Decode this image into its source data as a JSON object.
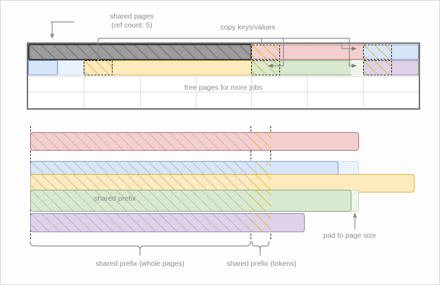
{
  "diagram": {
    "title": "Paged KV-cache prefix sharing diagram",
    "annotations": {
      "shared_pages_line1": "shared pages",
      "shared_pages_line2": "(ref count: 5)",
      "copy_kv": "copy keys/values",
      "free_pages": "free pages for more jobs",
      "shared_prefix": "shared prefix",
      "pad_to_page": "pad to page size",
      "brace_whole_pages": "shared prefix (whole pages)",
      "brace_tokens": "shared prefix (tokens)"
    },
    "colors": {
      "red_fill": "#f4cfcf",
      "red_stroke": "#b56b6b",
      "blue_fill": "#d4e4f7",
      "blue_stroke": "#7severe",
      "blue_stroke_hex": "#7d9dc4",
      "blue_pale": "#eaf2fc",
      "yellow_fill": "#fdeabd",
      "yellow_stroke": "#d6b34a",
      "green_fill": "#d7e8ce",
      "green_stroke": "#86a878",
      "green_pale": "#e8f2e3",
      "purple_fill": "#ddd2e8",
      "purple_stroke": "#9c85b5",
      "gray_fill": "#9d9d9d",
      "gray_stroke": "#3b3b3b",
      "hatch": "#8a8a8a",
      "token_hatch": "#e0b415",
      "text": "#8c8c8c",
      "grid": "#dcdcdc",
      "frame": "#6d6d6d"
    },
    "memory_block": {
      "columns": 7,
      "rows": 4,
      "row1_cells": [
        {
          "name": "shared-gray-pages",
          "pattern": "hatched",
          "color": "gray",
          "span": "cols 1-4.7"
        },
        {
          "name": "red-token-page",
          "pattern": "token-hatched-dashed",
          "color": "red"
        },
        {
          "name": "red-pages",
          "pattern": "solid",
          "color": "red"
        },
        {
          "name": "blue-token-page",
          "pattern": "token-hatched-dashed",
          "color": "blue"
        },
        {
          "name": "blue-page",
          "pattern": "solid",
          "color": "blue"
        }
      ],
      "row2_cells": [
        {
          "name": "blue-page-a",
          "pattern": "solid",
          "color": "blue"
        },
        {
          "name": "blue-page-b",
          "pattern": "solid",
          "color": "blue-pale"
        },
        {
          "name": "yellow-token-page",
          "pattern": "token-hatched-dashed",
          "color": "yellow"
        },
        {
          "name": "yellow-pages",
          "pattern": "solid",
          "color": "yellow"
        },
        {
          "name": "green-token-page",
          "pattern": "token-hatched-dashed",
          "color": "green"
        },
        {
          "name": "green-pages",
          "pattern": "solid",
          "color": "green"
        },
        {
          "name": "purple-token-page",
          "pattern": "token-hatched-dashed",
          "color": "purple"
        },
        {
          "name": "purple-page",
          "pattern": "solid",
          "color": "purple"
        }
      ]
    },
    "sequences": [
      {
        "name": "seq-red",
        "color": "red",
        "shared_end": 364,
        "token_end": 393,
        "bar_end": 522,
        "pad_end": 522
      },
      {
        "name": "seq-blue",
        "color": "blue",
        "shared_end": 364,
        "token_end": 393,
        "bar_end": 492,
        "pad_end": 522
      },
      {
        "name": "seq-yellow",
        "color": "yellow",
        "shared_end": 364,
        "token_end": 393,
        "bar_end": 603,
        "pad_end": 603
      },
      {
        "name": "seq-green",
        "color": "green",
        "shared_end": 364,
        "token_end": 393,
        "bar_end": 511,
        "pad_end": 522
      },
      {
        "name": "seq-purple",
        "color": "purple",
        "shared_end": 364,
        "token_end": 393,
        "bar_end": 443,
        "pad_end": 443
      }
    ]
  }
}
